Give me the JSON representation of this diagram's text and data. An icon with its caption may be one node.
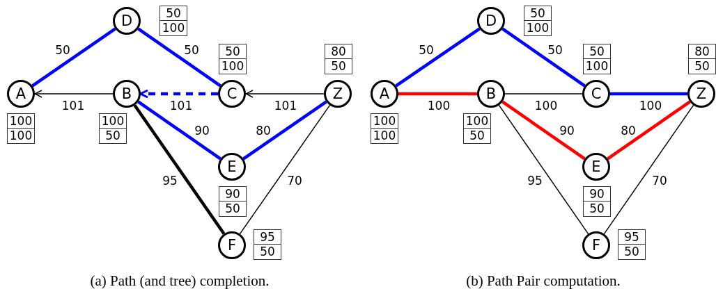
{
  "diagram": {
    "nodes": [
      {
        "text": [
          "A"
        ],
        "beside": [
          "100",
          "100"
        ]
      },
      {
        "text": [
          "D"
        ],
        "beside": [
          "50",
          "100"
        ]
      },
      {
        "text": [
          "B"
        ],
        "beside": [
          "100",
          "50"
        ]
      },
      {
        "text": [
          "C"
        ],
        "beside": [
          "50",
          "100"
        ]
      },
      {
        "text": [
          "Z"
        ],
        "beside": [
          "80",
          "50"
        ]
      },
      {
        "text": [
          "E"
        ],
        "beside": [
          "90",
          "50"
        ]
      },
      {
        "text": [
          "F"
        ],
        "beside": [
          "95",
          "50"
        ]
      },
      {
        "text": [
          "A"
        ],
        "beside": [
          "100",
          "100"
        ]
      },
      {
        "text": [
          "D"
        ],
        "beside": [
          "50",
          "100"
        ]
      },
      {
        "text": [
          "B"
        ],
        "beside": [
          "100",
          "50"
        ]
      },
      {
        "text": [
          "C"
        ],
        "beside": [
          "50",
          "100"
        ]
      },
      {
        "text": [
          "Z"
        ],
        "beside": [
          "80",
          "50"
        ]
      },
      {
        "text": [
          "E"
        ],
        "beside": [
          "90",
          "50"
        ]
      },
      {
        "text": [
          "F"
        ],
        "beside": [
          "95",
          "50"
        ]
      }
    ],
    "edges": [
      {
        "from": 0,
        "to": 1,
        "arrow": "none",
        "label": "50",
        "color": "#0000ff"
      },
      {
        "from": 1,
        "to": 3,
        "arrow": "none",
        "label": "50",
        "color": "#0000ff"
      },
      {
        "from": 2,
        "to": 0,
        "arrow": "to",
        "label": "101",
        "color": "#000000"
      },
      {
        "from": 3,
        "to": 2,
        "arrow": "to",
        "label": "101",
        "style": "dashed",
        "color": "#0000ff"
      },
      {
        "from": 4,
        "to": 3,
        "arrow": "to",
        "label": "101",
        "color": "#000000"
      },
      {
        "from": 2,
        "to": 5,
        "arrow": "none",
        "label": "90",
        "color": "#0000ff"
      },
      {
        "from": 4,
        "to": 5,
        "arrow": "none",
        "label": "80",
        "color": "#0000ff"
      },
      {
        "from": 2,
        "to": 6,
        "arrow": "none",
        "label": "95",
        "color": "#000000"
      },
      {
        "from": 4,
        "to": 6,
        "arrow": "none",
        "label": "70",
        "color": "#000000"
      },
      {
        "from": 7,
        "to": 8,
        "arrow": "none",
        "label": "50",
        "color": "#0000ff"
      },
      {
        "from": 8,
        "to": 10,
        "arrow": "none",
        "label": "50",
        "color": "#0000ff"
      },
      {
        "from": 7,
        "to": 9,
        "arrow": "none",
        "label": "100",
        "color": "#ff0000"
      },
      {
        "from": 9,
        "to": 10,
        "arrow": "none",
        "label": "100",
        "color": "#000000"
      },
      {
        "from": 10,
        "to": 11,
        "arrow": "none",
        "label": "100",
        "color": "#0000ff"
      },
      {
        "from": 9,
        "to": 12,
        "arrow": "none",
        "label": "90",
        "color": "#ff0000"
      },
      {
        "from": 11,
        "to": 12,
        "arrow": "none",
        "label": "80",
        "color": "#ff0000"
      },
      {
        "from": 9,
        "to": 13,
        "arrow": "none",
        "label": "95",
        "color": "#000000"
      },
      {
        "from": 11,
        "to": 13,
        "arrow": "none",
        "label": "70",
        "color": "#000000"
      }
    ],
    "labels": [
      "(a) Path (and tree) completion.",
      "(b) Path Pair computation."
    ]
  }
}
